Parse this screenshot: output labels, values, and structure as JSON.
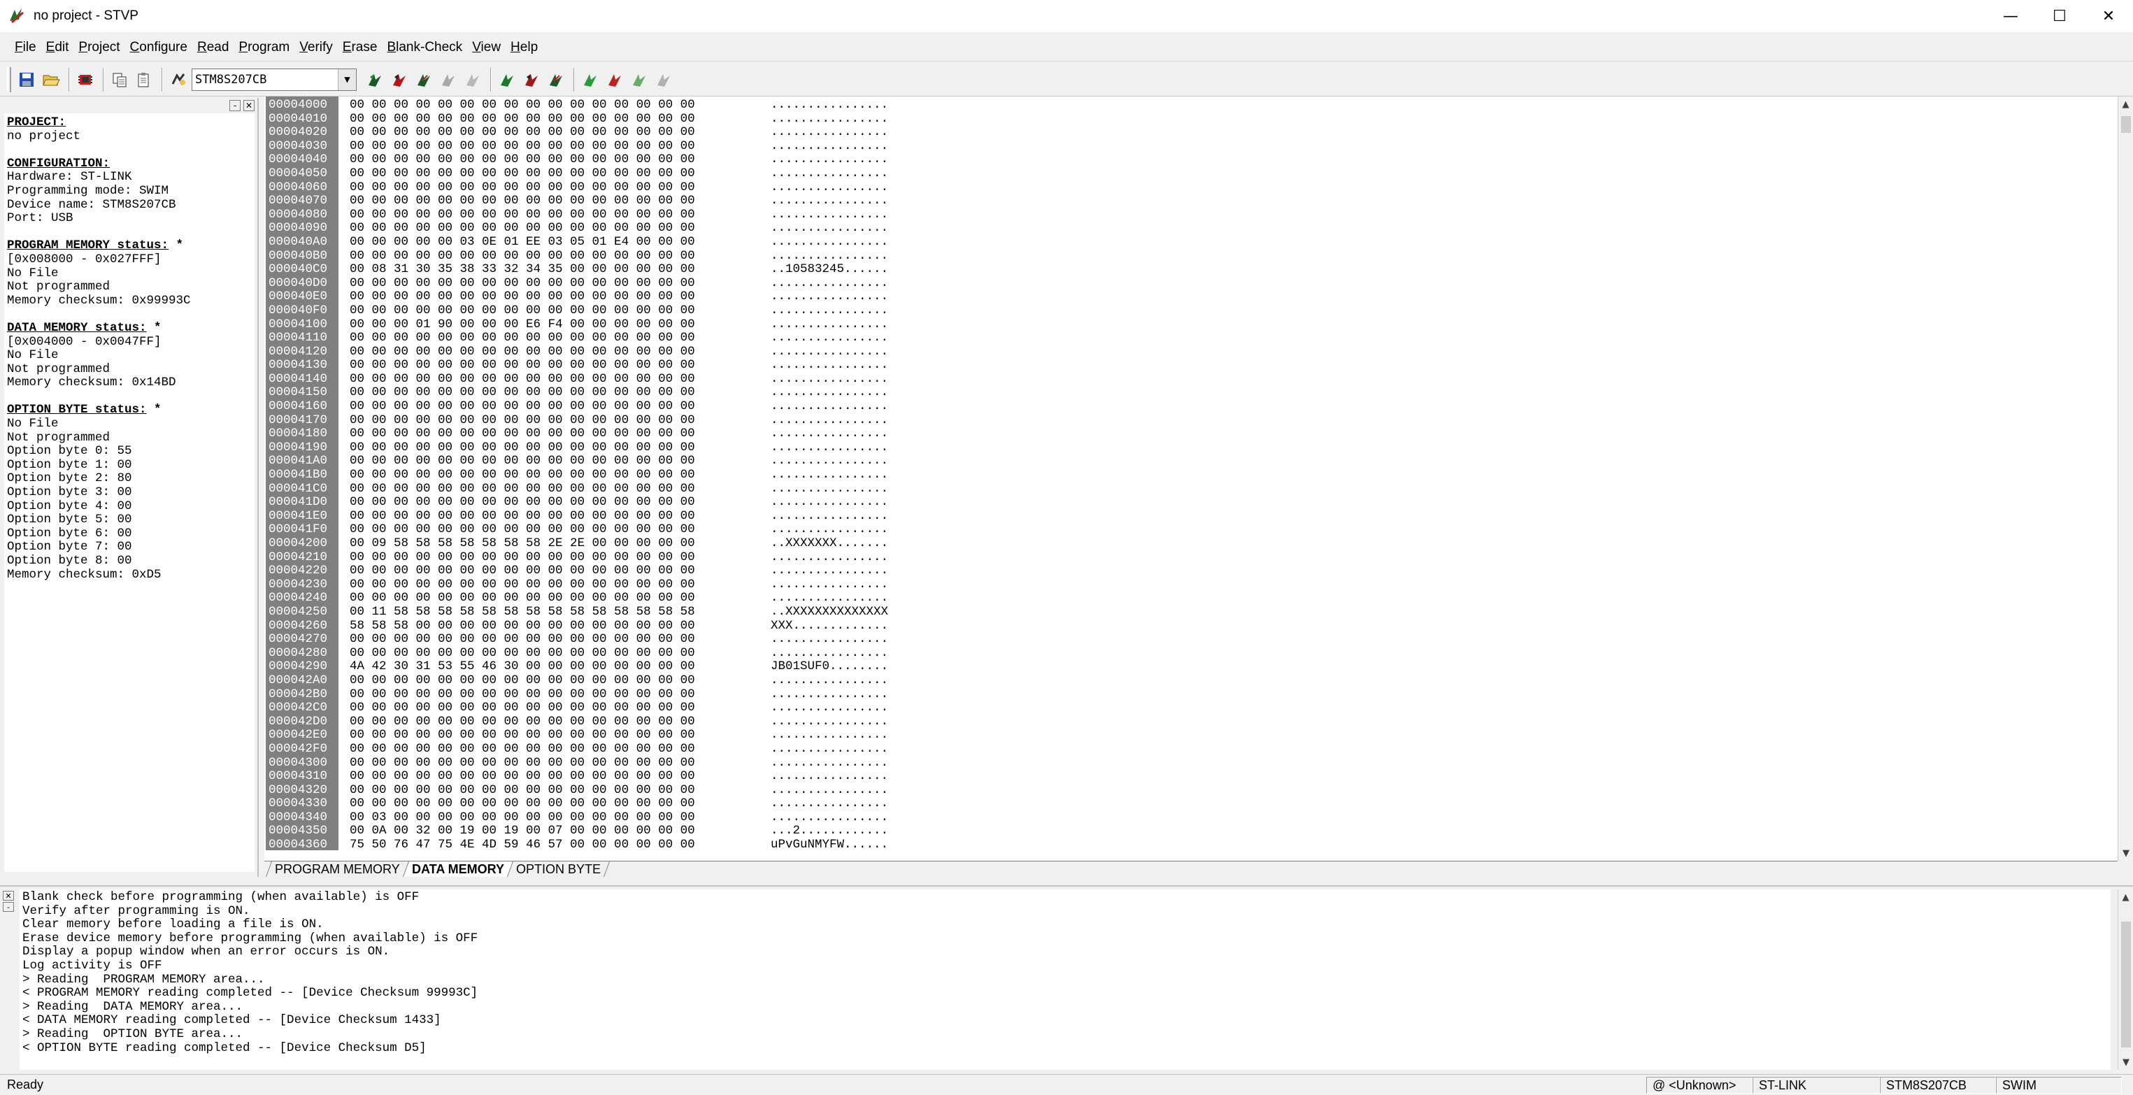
{
  "window": {
    "title": "no project - STVP",
    "minimize": "—",
    "maximize": "☐",
    "close": "✕"
  },
  "menu": [
    {
      "label": "File",
      "u": "F",
      "rest": "ile"
    },
    {
      "label": "Edit",
      "u": "E",
      "rest": "dit"
    },
    {
      "label": "Project",
      "u": "P",
      "rest": "roject"
    },
    {
      "label": "Configure",
      "u": "C",
      "rest": "onfigure"
    },
    {
      "label": "Read",
      "u": "R",
      "rest": "ead"
    },
    {
      "label": "Program",
      "u": "P",
      "rest": "rogram"
    },
    {
      "label": "Verify",
      "u": "V",
      "rest": "erify"
    },
    {
      "label": "Erase",
      "u": "E",
      "rest": "rase"
    },
    {
      "label": "Blank-Check",
      "u": "B",
      "rest": "lank-Check"
    },
    {
      "label": "View",
      "u": "V",
      "rest": "iew"
    },
    {
      "label": "Help",
      "u": "H",
      "rest": "elp"
    }
  ],
  "toolbar": {
    "device": "STM8S207CB"
  },
  "project_panel": {
    "project_heading": "PROJECT:",
    "project_name": "no project",
    "config_heading": "CONFIGURATION:",
    "config_lines": [
      "Hardware: ST-LINK",
      "Programming mode: SWIM",
      "Device name: STM8S207CB",
      "Port: USB"
    ],
    "program_heading": "PROGRAM MEMORY status:",
    "program_star": " *",
    "program_lines": [
      "[0x008000 - 0x027FFF]",
      "No File",
      "Not programmed",
      "Memory checksum: 0x99993C"
    ],
    "data_heading": "DATA MEMORY status:",
    "data_star": " *",
    "data_lines": [
      "[0x004000 - 0x0047FF]",
      "No File",
      "Not programmed",
      "Memory checksum: 0x14BD"
    ],
    "option_heading": "OPTION BYTE status:",
    "option_star": " *",
    "option_lines": [
      "No File",
      "Not programmed",
      "Option byte 0: 55",
      "Option byte 1: 00",
      "Option byte 2: 80",
      "Option byte 3: 00",
      "Option byte 4: 00",
      "Option byte 5: 00",
      "Option byte 6: 00",
      "Option byte 7: 00",
      "Option byte 8: 00",
      "Memory checksum: 0xD5"
    ]
  },
  "hex": {
    "addresses": [
      "00004000",
      "00004010",
      "00004020",
      "00004030",
      "00004040",
      "00004050",
      "00004060",
      "00004070",
      "00004080",
      "00004090",
      "000040A0",
      "000040B0",
      "000040C0",
      "000040D0",
      "000040E0",
      "000040F0",
      "00004100",
      "00004110",
      "00004120",
      "00004130",
      "00004140",
      "00004150",
      "00004160",
      "00004170",
      "00004180",
      "00004190",
      "000041A0",
      "000041B0",
      "000041C0",
      "000041D0",
      "000041E0",
      "000041F0",
      "00004200",
      "00004210",
      "00004220",
      "00004230",
      "00004240",
      "00004250",
      "00004260",
      "00004270",
      "00004280",
      "00004290",
      "000042A0",
      "000042B0",
      "000042C0",
      "000042D0",
      "000042E0",
      "000042F0",
      "00004300",
      "00004310",
      "00004320",
      "00004330",
      "00004340",
      "00004350",
      "00004360"
    ],
    "bytes": [
      "00 00 00 00 00 00 00 00 00 00 00 00 00 00 00 00",
      "00 00 00 00 00 00 00 00 00 00 00 00 00 00 00 00",
      "00 00 00 00 00 00 00 00 00 00 00 00 00 00 00 00",
      "00 00 00 00 00 00 00 00 00 00 00 00 00 00 00 00",
      "00 00 00 00 00 00 00 00 00 00 00 00 00 00 00 00",
      "00 00 00 00 00 00 00 00 00 00 00 00 00 00 00 00",
      "00 00 00 00 00 00 00 00 00 00 00 00 00 00 00 00",
      "00 00 00 00 00 00 00 00 00 00 00 00 00 00 00 00",
      "00 00 00 00 00 00 00 00 00 00 00 00 00 00 00 00",
      "00 00 00 00 00 00 00 00 00 00 00 00 00 00 00 00",
      "00 00 00 00 00 03 0E 01 EE 03 05 01 E4 00 00 00",
      "00 00 00 00 00 00 00 00 00 00 00 00 00 00 00 00",
      "00 08 31 30 35 38 33 32 34 35 00 00 00 00 00 00",
      "00 00 00 00 00 00 00 00 00 00 00 00 00 00 00 00",
      "00 00 00 00 00 00 00 00 00 00 00 00 00 00 00 00",
      "00 00 00 00 00 00 00 00 00 00 00 00 00 00 00 00",
      "00 00 00 01 90 00 00 00 E6 F4 00 00 00 00 00 00",
      "00 00 00 00 00 00 00 00 00 00 00 00 00 00 00 00",
      "00 00 00 00 00 00 00 00 00 00 00 00 00 00 00 00",
      "00 00 00 00 00 00 00 00 00 00 00 00 00 00 00 00",
      "00 00 00 00 00 00 00 00 00 00 00 00 00 00 00 00",
      "00 00 00 00 00 00 00 00 00 00 00 00 00 00 00 00",
      "00 00 00 00 00 00 00 00 00 00 00 00 00 00 00 00",
      "00 00 00 00 00 00 00 00 00 00 00 00 00 00 00 00",
      "00 00 00 00 00 00 00 00 00 00 00 00 00 00 00 00",
      "00 00 00 00 00 00 00 00 00 00 00 00 00 00 00 00",
      "00 00 00 00 00 00 00 00 00 00 00 00 00 00 00 00",
      "00 00 00 00 00 00 00 00 00 00 00 00 00 00 00 00",
      "00 00 00 00 00 00 00 00 00 00 00 00 00 00 00 00",
      "00 00 00 00 00 00 00 00 00 00 00 00 00 00 00 00",
      "00 00 00 00 00 00 00 00 00 00 00 00 00 00 00 00",
      "00 00 00 00 00 00 00 00 00 00 00 00 00 00 00 00",
      "00 09 58 58 58 58 58 58 58 2E 2E 00 00 00 00 00",
      "00 00 00 00 00 00 00 00 00 00 00 00 00 00 00 00",
      "00 00 00 00 00 00 00 00 00 00 00 00 00 00 00 00",
      "00 00 00 00 00 00 00 00 00 00 00 00 00 00 00 00",
      "00 00 00 00 00 00 00 00 00 00 00 00 00 00 00 00",
      "00 11 58 58 58 58 58 58 58 58 58 58 58 58 58 58",
      "58 58 58 00 00 00 00 00 00 00 00 00 00 00 00 00",
      "00 00 00 00 00 00 00 00 00 00 00 00 00 00 00 00",
      "00 00 00 00 00 00 00 00 00 00 00 00 00 00 00 00",
      "4A 42 30 31 53 55 46 30 00 00 00 00 00 00 00 00",
      "00 00 00 00 00 00 00 00 00 00 00 00 00 00 00 00",
      "00 00 00 00 00 00 00 00 00 00 00 00 00 00 00 00",
      "00 00 00 00 00 00 00 00 00 00 00 00 00 00 00 00",
      "00 00 00 00 00 00 00 00 00 00 00 00 00 00 00 00",
      "00 00 00 00 00 00 00 00 00 00 00 00 00 00 00 00",
      "00 00 00 00 00 00 00 00 00 00 00 00 00 00 00 00",
      "00 00 00 00 00 00 00 00 00 00 00 00 00 00 00 00",
      "00 00 00 00 00 00 00 00 00 00 00 00 00 00 00 00",
      "00 00 00 00 00 00 00 00 00 00 00 00 00 00 00 00",
      "00 00 00 00 00 00 00 00 00 00 00 00 00 00 00 00",
      "00 03 00 00 00 00 00 00 00 00 00 00 00 00 00 00",
      "00 0A 00 32 00 19 00 19 00 07 00 00 00 00 00 00",
      "75 50 76 47 75 4E 4D 59 46 57 00 00 00 00 00 00"
    ],
    "ascii": [
      "................",
      "................",
      "................",
      "................",
      "................",
      "................",
      "................",
      "................",
      "................",
      "................",
      "................",
      "................",
      "..10583245......",
      "................",
      "................",
      "................",
      "................",
      "................",
      "................",
      "................",
      "................",
      "................",
      "................",
      "................",
      "................",
      "................",
      "................",
      "................",
      "................",
      "................",
      "................",
      "................",
      "..XXXXXXX.......",
      "................",
      "................",
      "................",
      "................",
      "..XXXXXXXXXXXXXX",
      "XXX.............",
      "................",
      "................",
      "JB01SUF0........",
      "................",
      "................",
      "................",
      "................",
      "................",
      "................",
      "................",
      "................",
      "................",
      "................",
      "................",
      "...2............",
      "uPvGuNMYFW......"
    ]
  },
  "tabs": [
    "PROGRAM MEMORY",
    "DATA MEMORY",
    "OPTION BYTE"
  ],
  "log": [
    "Blank check before programming (when available) is OFF",
    "Verify after programming is ON.",
    "Clear memory before loading a file is ON.",
    "Erase device memory before programming (when available) is OFF",
    "Display a popup window when an error occurs is ON.",
    "Log activity is OFF",
    "> Reading  PROGRAM MEMORY area...",
    "< PROGRAM MEMORY reading completed -- [Device Checksum 99993C]",
    "> Reading  DATA MEMORY area...",
    "< DATA MEMORY reading completed -- [Device Checksum 1433]",
    "> Reading  OPTION BYTE area...",
    "< OPTION BYTE reading completed -- [Device Checksum D5]"
  ],
  "status": {
    "ready": "Ready",
    "file": "@ <Unknown>",
    "hardware": "ST-LINK",
    "device": "STM8S207CB",
    "mode": "SWIM"
  }
}
